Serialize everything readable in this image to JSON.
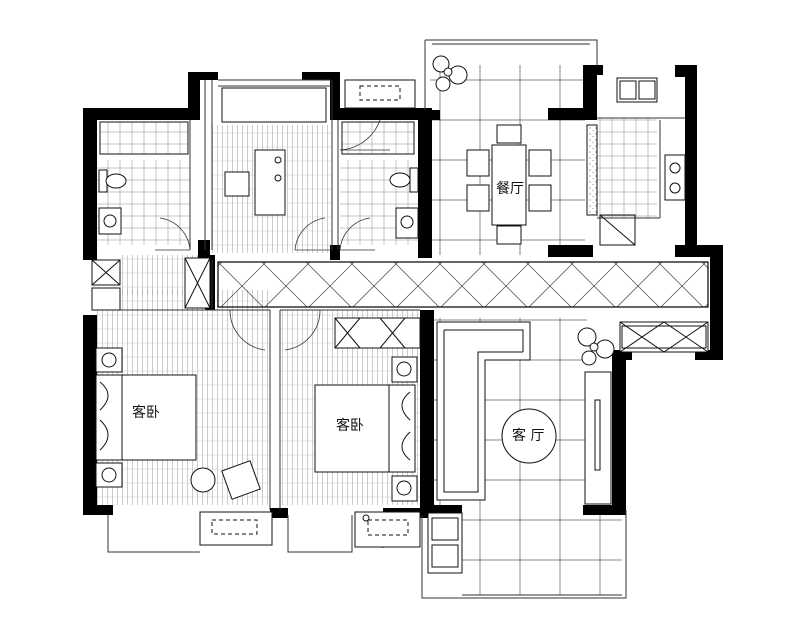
{
  "rooms": {
    "dining": "餐厅",
    "living": "客 厅",
    "bedroom_left": "客卧",
    "bedroom_right": "客卧"
  },
  "colors": {
    "wall": "#000000",
    "line": "#333333",
    "hatch": "#9a9a9a",
    "background": "#ffffff"
  },
  "icons": [
    "plant-icon",
    "toilet-icon",
    "sink-icon",
    "bed-icon",
    "stove-icon",
    "table-icon",
    "chair-icon",
    "sofa-icon",
    "tv-cabinet-icon",
    "washing-machine-icon"
  ]
}
